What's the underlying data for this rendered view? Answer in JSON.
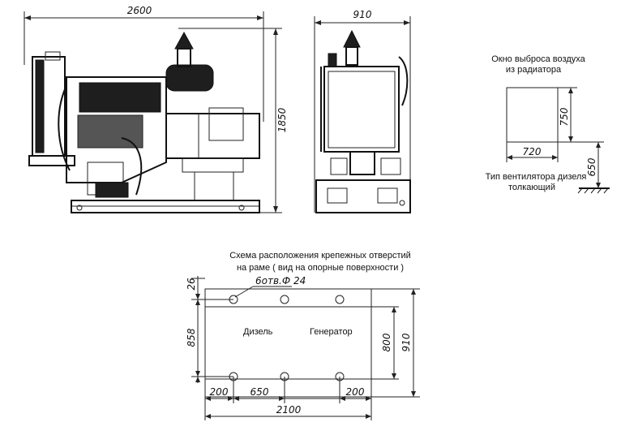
{
  "side_view": {
    "width_dim": "2600",
    "height_dim": "1850"
  },
  "end_view": {
    "width_dim": "910"
  },
  "air_outlet": {
    "title_line1": "Окно выброса воздуха",
    "title_line2": "из радиатора",
    "height_dim": "750",
    "width_dim": "720",
    "offset_dim": "650",
    "fan_line1": "Тип вентилятора дизеля",
    "fan_line2": "толкающий"
  },
  "frame_plan": {
    "title_line1": "Схема расположения крепежных отверстий",
    "title_line2": "на раме ( вид на опорные поверхности )",
    "holes_label": "6отв.Ф 24",
    "top_dim": "26",
    "left_dim": "858",
    "inner_right_dim": "800",
    "outer_right_dim": "910",
    "bottom_left_dim": "200",
    "bottom_mid_dim": "650",
    "bottom_right_dim": "200",
    "total_dim": "2100",
    "label_diesel": "Дизель",
    "label_generator": "Генератор"
  }
}
